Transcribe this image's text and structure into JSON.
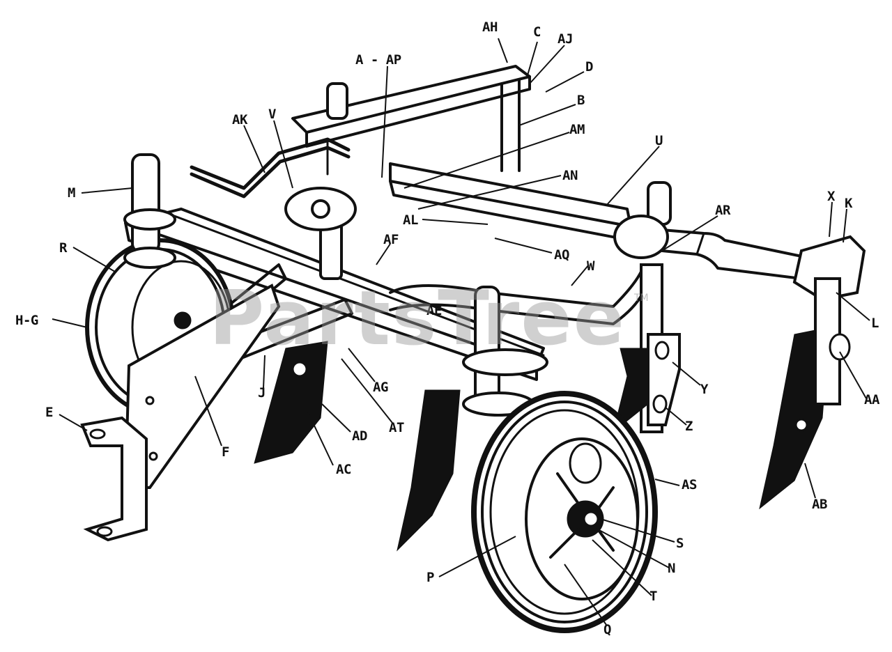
{
  "diagram": {
    "labels": [
      "AH",
      "C",
      "AJ",
      "A - AP",
      "D",
      "B",
      "AM",
      "AK",
      "V",
      "U",
      "AN",
      "M",
      "AL",
      "AR",
      "X",
      "K",
      "R",
      "AF",
      "AQ",
      "W",
      "AE",
      "L",
      "H-G",
      "AG",
      "Y",
      "AA",
      "J",
      "E",
      "AT",
      "AD",
      "F",
      "Z",
      "AC",
      "AS",
      "AB",
      "S",
      "N",
      "P",
      "T",
      "Q"
    ]
  },
  "watermark": {
    "text": "PartsTree",
    "tm": "TM"
  }
}
